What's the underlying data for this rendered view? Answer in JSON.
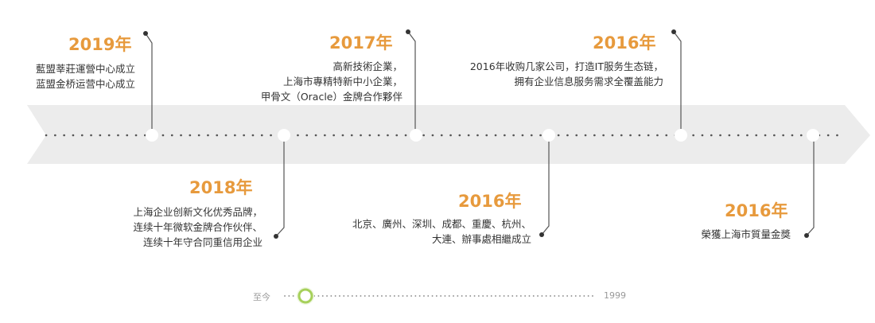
{
  "timeline": {
    "events": [
      {
        "year": "2019年",
        "lines": [
          "藍盟莘莊運營中心成立",
          "蓝盟金桥运营中心成立"
        ]
      },
      {
        "year": "2018年",
        "lines": [
          "上海企业创新文化优秀品牌，",
          "连续十年微软金牌合作伙伴、",
          "连续十年守合同重信用企业"
        ]
      },
      {
        "year": "2017年",
        "lines": [
          "高新技術企業，",
          "上海市專精特新中小企業，",
          "甲骨文（Oracle）金牌合作夥伴"
        ]
      },
      {
        "year": "2016年",
        "lines": [
          "北京、廣州、深圳、成都、重慶、杭州、",
          "大連、辦事處相繼成立"
        ]
      },
      {
        "year": "2016年",
        "lines": [
          "2016年收购几家公司，打造IT服务生态链，",
          "拥有企业信息服务需求全覆盖能力"
        ]
      },
      {
        "year": "2016年",
        "lines": [
          "榮獲上海市質量金獎"
        ]
      }
    ]
  },
  "scrubber": {
    "start_label": "至今",
    "end_label": "1999"
  },
  "colors": {
    "accent": "#e79a3d",
    "band": "#ececec",
    "ring": "#a6d05a"
  }
}
